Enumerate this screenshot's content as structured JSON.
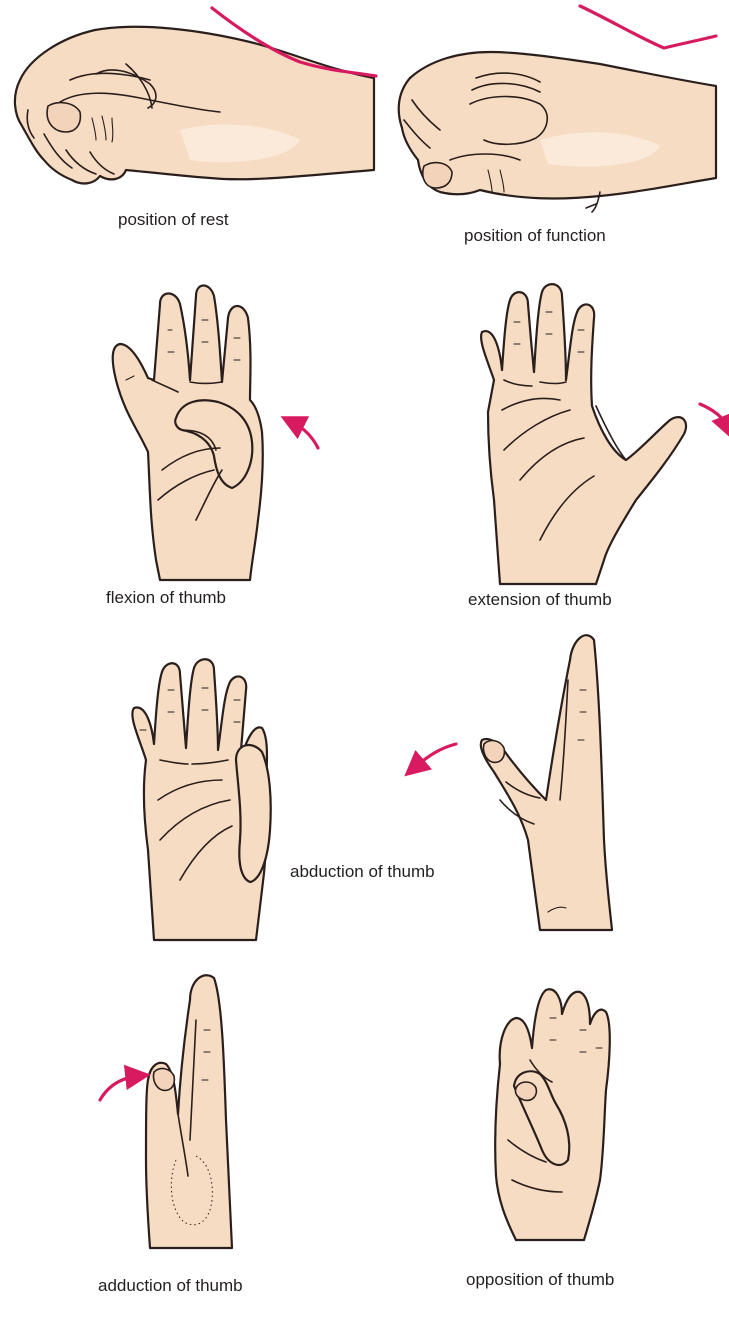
{
  "colors": {
    "accent_arrow": "#d81b60",
    "skin": "#f7dcc4",
    "outline": "#2a1f1c"
  },
  "panels": {
    "rest": "position of rest",
    "function": "position of function",
    "flexion": "flexion of thumb",
    "extension": "extension of thumb",
    "abduction": "abduction of thumb",
    "adduction": "adduction of thumb",
    "opposition": "opposition of thumb"
  }
}
